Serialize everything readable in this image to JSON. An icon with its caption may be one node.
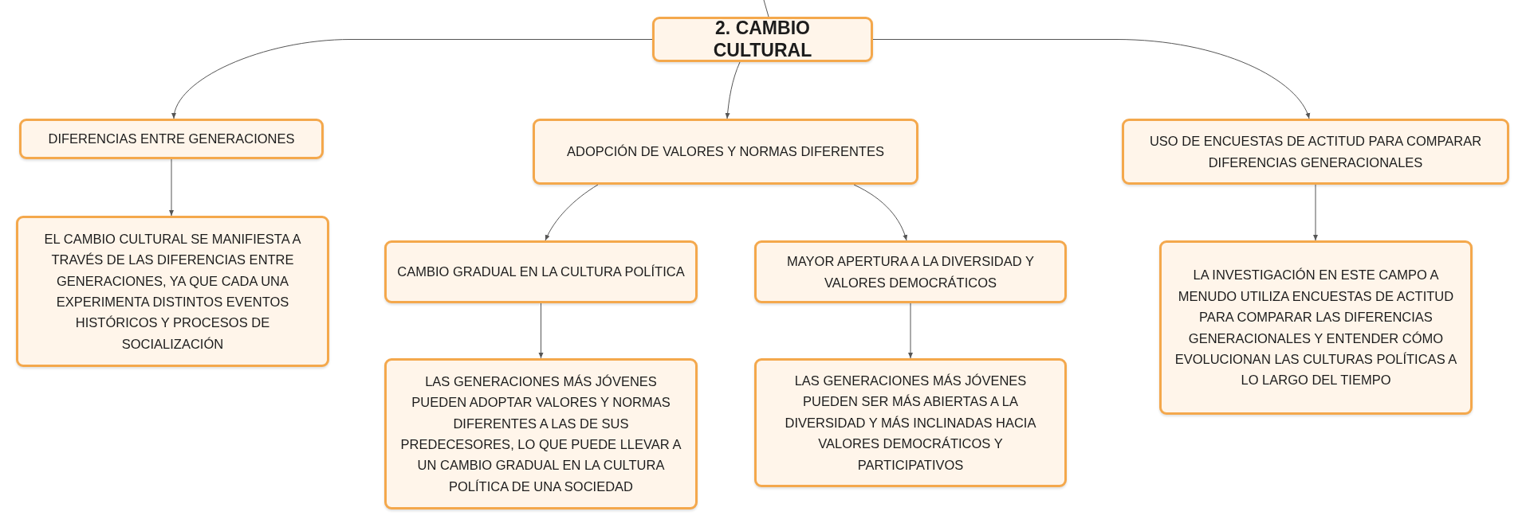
{
  "diagram": {
    "nodes": [
      {
        "text": [
          "2. CAMBIO CULTURAL"
        ]
      },
      {
        "text": [
          "DIFERENCIAS ENTRE GENERACIONES"
        ]
      },
      {
        "text": [
          "ADOPCIÓN DE VALORES Y NORMAS DIFERENTES"
        ]
      },
      {
        "text": [
          "USO DE ENCUESTAS DE ACTITUD PARA COMPARAR DIFERENCIAS GENERACIONALES"
        ]
      },
      {
        "text": [
          "EL CAMBIO CULTURAL SE MANIFIESTA A TRAVÉS DE LAS DIFERENCIAS ENTRE GENERACIONES, YA QUE CADA UNA EXPERIMENTA DISTINTOS EVENTOS HISTÓRICOS Y PROCESOS DE SOCIALIZACIÓN"
        ]
      },
      {
        "text": [
          "CAMBIO GRADUAL EN LA CULTURA POLÍTICA"
        ]
      },
      {
        "text": [
          "MAYOR APERTURA A LA DIVERSIDAD Y VALORES DEMOCRÁTICOS"
        ]
      },
      {
        "text": [
          "LAS GENERACIONES MÁS JÓVENES PUEDEN ADOPTAR VALORES Y NORMAS DIFERENTES A LAS DE SUS PREDECESORES, LO QUE PUEDE LLEVAR A UN CAMBIO GRADUAL EN LA CULTURA POLÍTICA DE UNA SOCIEDAD"
        ]
      },
      {
        "text": [
          "LAS GENERACIONES MÁS JÓVENES PUEDEN SER MÁS ABIERTAS A LA DIVERSIDAD Y MÁS INCLINADAS HACIA VALORES DEMOCRÁTICOS Y PARTICIPATIVOS"
        ]
      },
      {
        "text": [
          "LA INVESTIGACIÓN EN ESTE CAMPO A MENUDO UTILIZA ENCUESTAS DE ACTITUD PARA COMPARAR LAS DIFERENCIAS GENERACIONALES Y ENTENDER CÓMO EVOLUCIONAN LAS CULTURAS POLÍTICAS A LO LARGO DEL TIEMPO"
        ]
      }
    ],
    "edges": [
      {
        "from": null,
        "to": 0,
        "arrow": "none"
      },
      {
        "from": 0,
        "to": 1,
        "arrow": "to"
      },
      {
        "from": 0,
        "to": 2,
        "arrow": "to"
      },
      {
        "from": 0,
        "to": 3,
        "arrow": "to"
      },
      {
        "from": 1,
        "to": 4,
        "arrow": "to"
      },
      {
        "from": 2,
        "to": 5,
        "arrow": "to"
      },
      {
        "from": 2,
        "to": 6,
        "arrow": "to"
      },
      {
        "from": 5,
        "to": 7,
        "arrow": "to"
      },
      {
        "from": 6,
        "to": 8,
        "arrow": "to"
      },
      {
        "from": 3,
        "to": 9,
        "arrow": "to"
      }
    ]
  }
}
